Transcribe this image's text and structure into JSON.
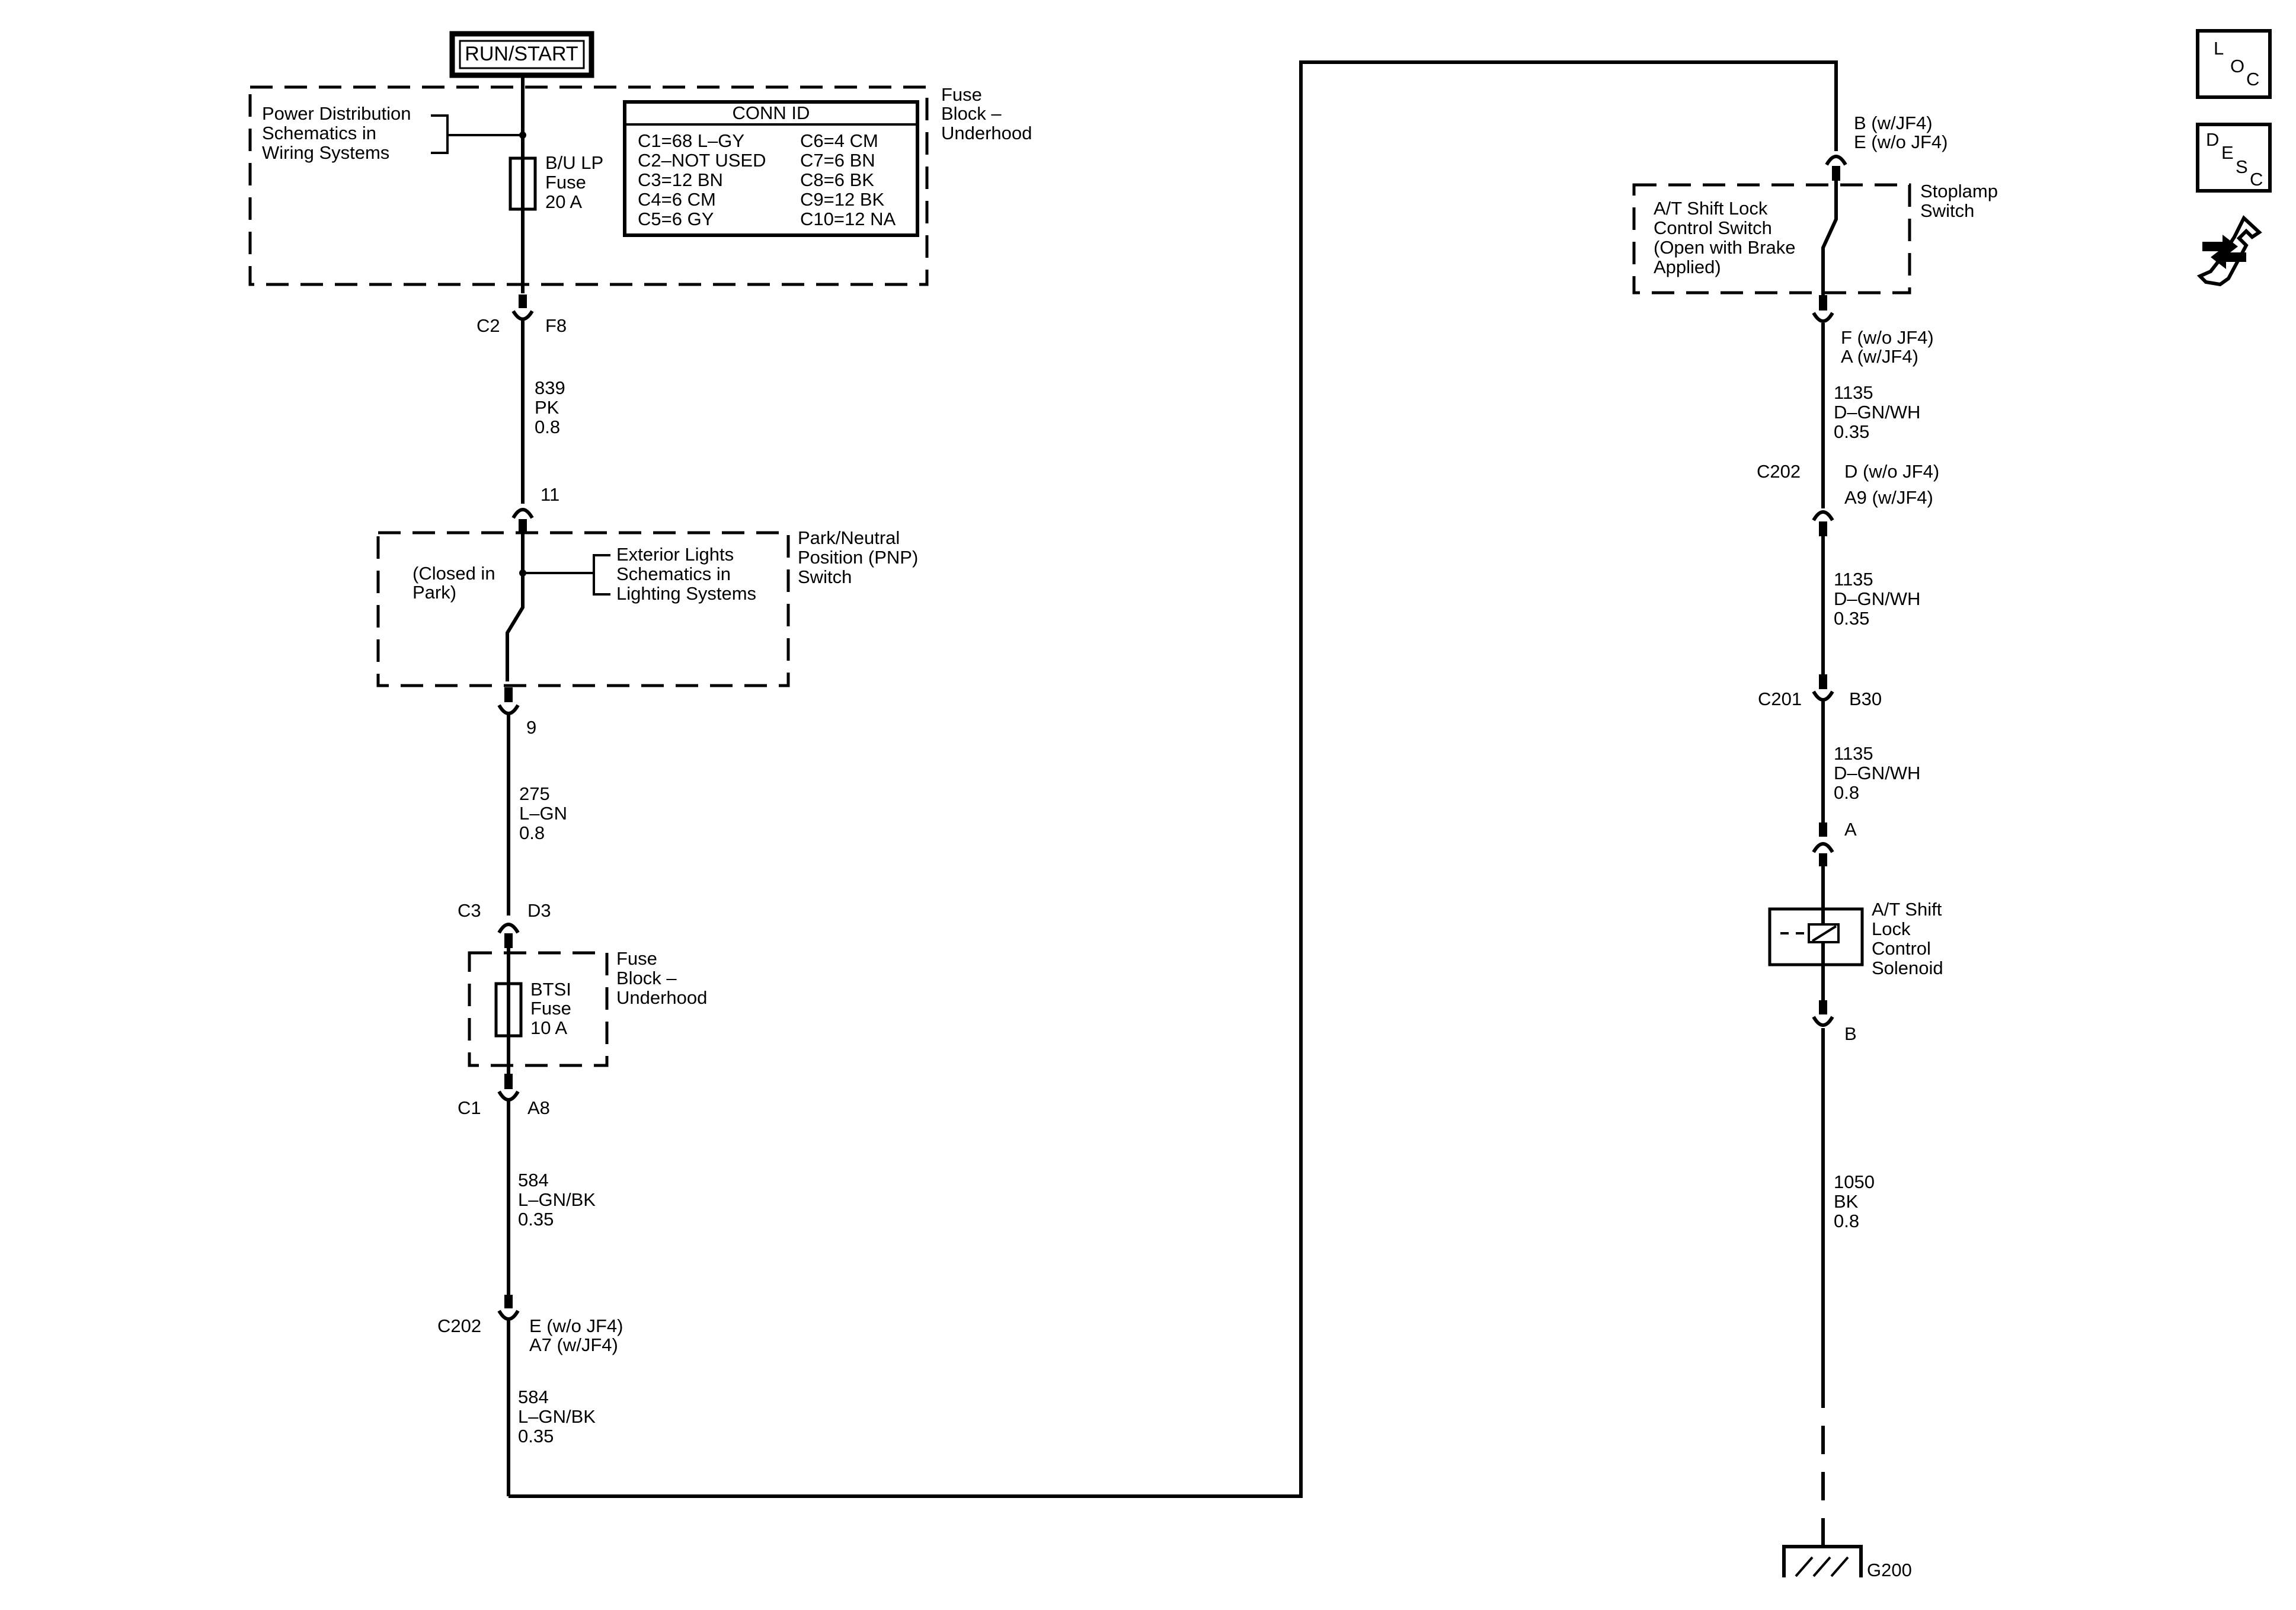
{
  "power_source": "RUN/START",
  "fuse_block_top": {
    "label": [
      "Fuse",
      "Block –",
      "Underhood"
    ],
    "power_distribution_ref": [
      "Power Distribution",
      "Schematics in",
      "Wiring Systems"
    ],
    "fuse_label": [
      "B/U LP",
      "Fuse",
      "20 A"
    ],
    "conn_id": {
      "title": "CONN ID",
      "left_col": [
        "C1=68 L–GY",
        "C2–NOT USED",
        "C3=12 BN",
        "C4=6 CM",
        "C5=6 GY"
      ],
      "right_col": [
        "C6=4 CM",
        "C7=6 BN",
        "C8=6 BK",
        "C9=12 BK",
        "C10=12 NA"
      ]
    }
  },
  "left_branch": {
    "c2": "C2",
    "f8": "F8",
    "wire_839": [
      "839",
      "PK",
      "0.8"
    ],
    "pin_11": "11",
    "pnp_switch_label": [
      "Park/Neutral",
      "Position (PNP)",
      "Switch"
    ],
    "closed_in_park": [
      "(Closed in",
      "Park)"
    ],
    "exterior_lights_ref": [
      "Exterior Lights",
      "Schematics in",
      "Lighting Systems"
    ],
    "pin_9": "9",
    "wire_275": [
      "275",
      "L–GN",
      "0.8"
    ],
    "c3": "C3",
    "d3": "D3",
    "fuse_block_2_label": [
      "Fuse",
      "Block –",
      "Underhood"
    ],
    "btsi_fuse": [
      "BTSI",
      "Fuse",
      "10 A"
    ],
    "c1": "C1",
    "a8": "A8",
    "wire_584a": [
      "584",
      "L–GN/BK",
      "0.35"
    ],
    "c202": "C202",
    "c202_pins": [
      "E (w/o JF4)",
      "A7 (w/JF4)"
    ],
    "wire_584b": [
      "584",
      "L–GN/BK",
      "0.35"
    ]
  },
  "right_branch": {
    "switch_input_pins": [
      "B (w/JF4)",
      "E (w/o JF4)"
    ],
    "stoplamp_switch_label": [
      "Stoplamp",
      "Switch"
    ],
    "shift_lock_switch": [
      "A/T Shift Lock",
      "Control Switch",
      "(Open with Brake",
      "Applied)"
    ],
    "switch_output_pins": [
      "F (w/o JF4)",
      "A (w/JF4)"
    ],
    "wire_1135a": [
      "1135",
      "D–GN/WH",
      "0.35"
    ],
    "c202": "C202",
    "c202_pins": [
      "D (w/o JF4)",
      "A9 (w/JF4)"
    ],
    "wire_1135b": [
      "1135",
      "D–GN/WH",
      "0.35"
    ],
    "c201": "C201",
    "b30": "B30",
    "wire_1135c": [
      "1135",
      "D–GN/WH",
      "0.8"
    ],
    "pin_a": "A",
    "solenoid_label": [
      "A/T Shift",
      "Lock",
      "Control",
      "Solenoid"
    ],
    "pin_b": "B",
    "wire_1050": [
      "1050",
      "BK",
      "0.8"
    ],
    "ground": "G200"
  },
  "side_icons": {
    "loc": [
      "L",
      "O",
      "C"
    ],
    "desc": [
      "D",
      "E",
      "S",
      "C"
    ],
    "nav_icon": "wrench-arrows-icon"
  }
}
